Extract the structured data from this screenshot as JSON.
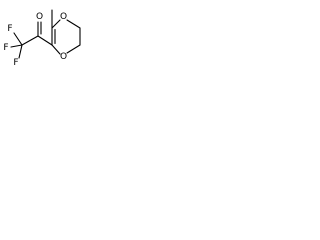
{
  "molecule": {
    "atoms": {
      "o_carbonyl": "O",
      "o_ring_top": "O",
      "o_ring_bottom": "O",
      "f_top": "F",
      "f_left": "F",
      "f_bottom": "F"
    }
  }
}
